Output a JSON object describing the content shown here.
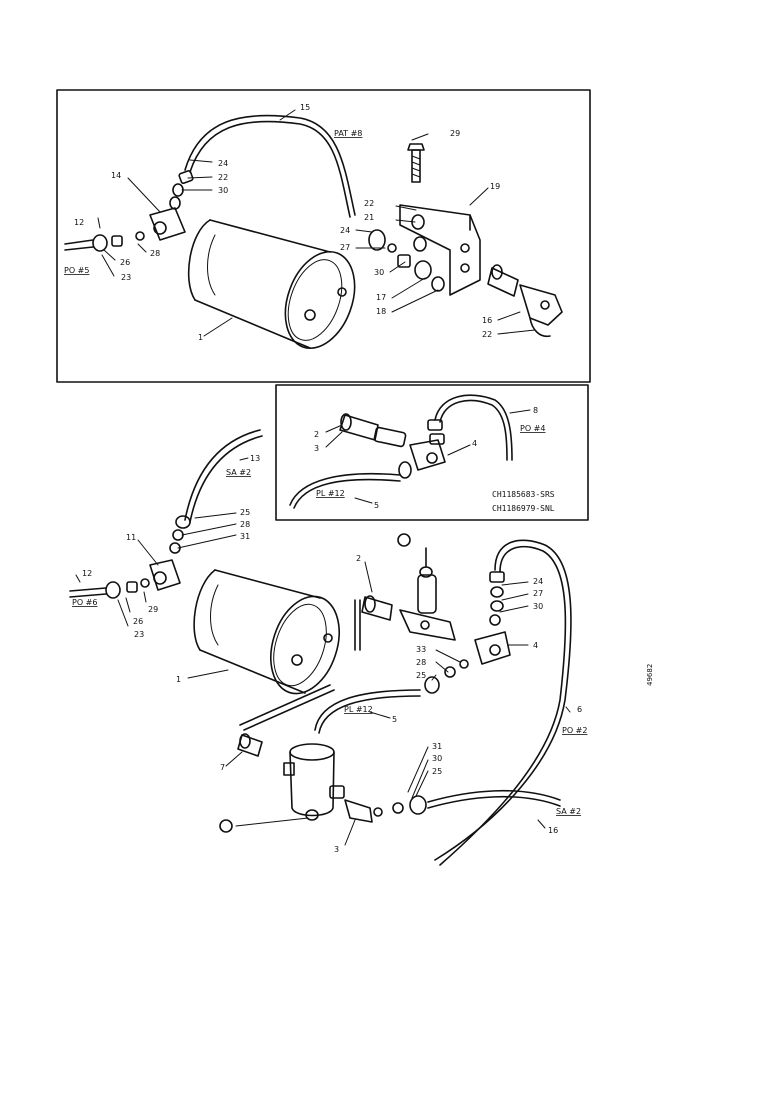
{
  "labels": {
    "top": [
      "15",
      "PAT #8",
      "29",
      "24",
      "22",
      "30",
      "19",
      "14",
      "12",
      "PO #5",
      "26",
      "23",
      "28",
      "22",
      "21",
      "24",
      "27",
      "30",
      "17",
      "18",
      "1",
      "16",
      "22"
    ],
    "inset": [
      "8",
      "PO #4",
      "4",
      "2",
      "3",
      "PL #12",
      "5",
      "CH1185683-SRS",
      "CH1186979-SNL"
    ],
    "bottom": [
      "13",
      "SA #2",
      "25",
      "28",
      "31",
      "11",
      "12",
      "PO #6",
      "29",
      "26",
      "23",
      "2",
      "24",
      "27",
      "30",
      "4",
      "33",
      "28",
      "25",
      "1",
      "PL #12",
      "5",
      "6",
      "PO #2",
      "7",
      "31",
      "30",
      "25",
      "SA #2",
      "16",
      "3"
    ],
    "side_code": "49682"
  }
}
